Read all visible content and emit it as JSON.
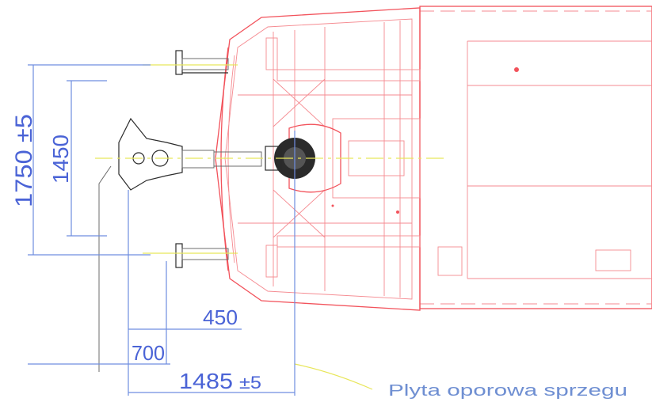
{
  "dimensions": {
    "d1750": "1750 ±5",
    "d1450": "1450",
    "d450": "450",
    "d700": "700",
    "d1485": "1485",
    "d1485_tol": "±5"
  },
  "annotation": {
    "label": "Plyta oporowa sprzegu"
  },
  "colors": {
    "vehicle_outline": "#f2525b",
    "dimension_lines": "#6f8ee0",
    "dimension_text": "#4a63d6",
    "centerline": "#e8e65a",
    "coupler": "#2b2b2b"
  }
}
